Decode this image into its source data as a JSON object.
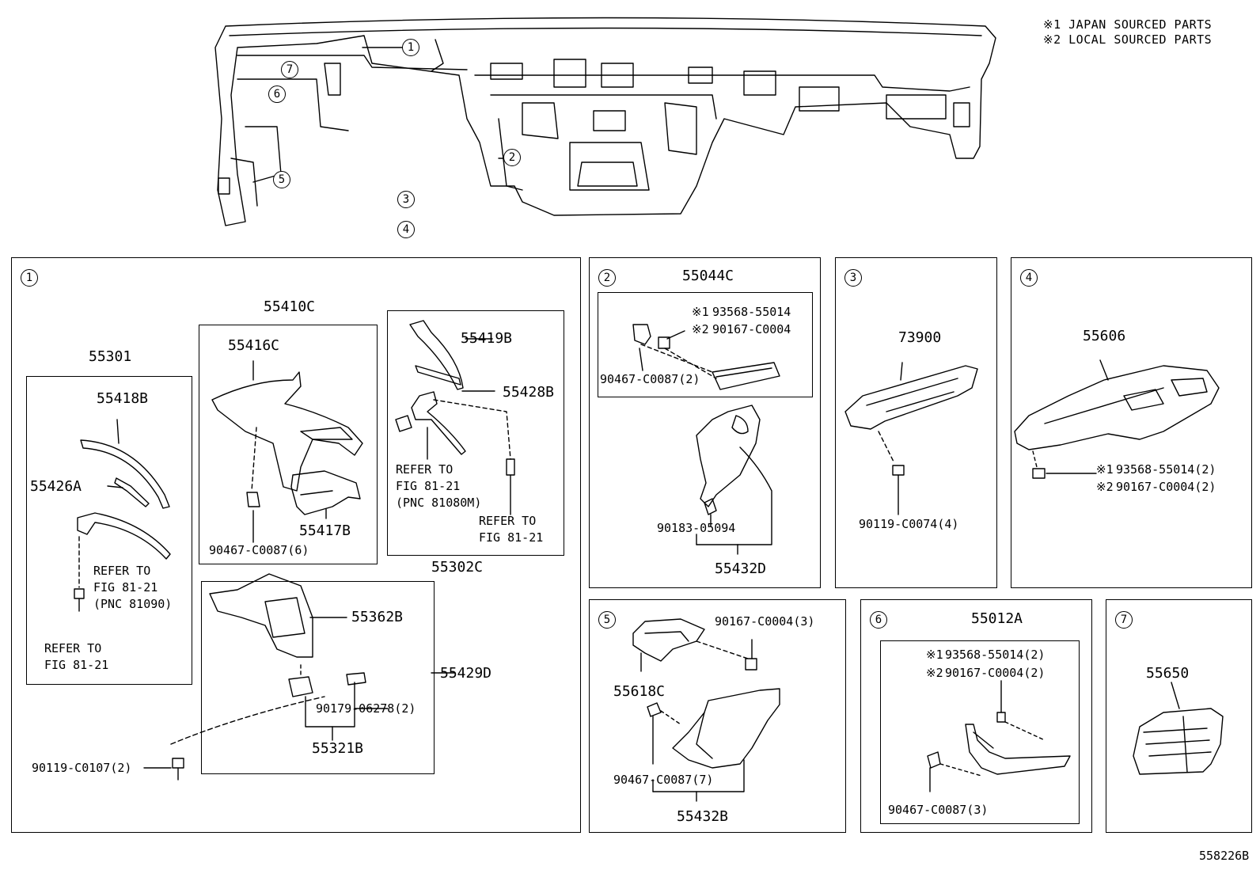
{
  "notes": [
    "※1 JAPAN SOURCED PARTS",
    "※2 LOCAL SOURCED PARTS"
  ],
  "overview_callouts": [
    "1",
    "2",
    "3",
    "4",
    "5",
    "6",
    "7"
  ],
  "figure_id": "558226B",
  "panel1": {
    "num": "1",
    "p55301": "55301",
    "p55418B": "55418B",
    "p55426A": "55426A",
    "refer1": [
      "REFER TO",
      "FIG 81-21",
      "(PNC 81090)"
    ],
    "refer2": [
      "REFER TO",
      "FIG 81-21"
    ],
    "p55410C": "55410C",
    "p55416C": "55416C",
    "p55417B": "55417B",
    "p90467_6": "90467-C0087(6)",
    "p55419B": "55419B",
    "p55428B": "55428B",
    "refer3": [
      "REFER TO",
      "FIG 81-21",
      "(PNC 81080M)"
    ],
    "refer4": [
      "REFER TO",
      "FIG 81-21"
    ],
    "p55302C": "55302C",
    "p55362B": "55362B",
    "p55429D": "55429D",
    "p90179": "90179-06278(2)",
    "p55321B": "55321B",
    "p90119_107": "90119-C0107(2)"
  },
  "panel2": {
    "num": "2",
    "p55044C": "55044C",
    "n1": "※1",
    "n1part": "93568-55014",
    "n2": "※2",
    "n2part": "90167-C0004",
    "p90467_2": "90467-C0087(2)",
    "p90183": "90183-05094",
    "p55432D": "55432D"
  },
  "panel3": {
    "num": "3",
    "p73900": "73900",
    "p90119_74": "90119-C0074(4)"
  },
  "panel4": {
    "num": "4",
    "p55606": "55606",
    "n1": "※1",
    "n1part": "93568-55014(2)",
    "n2": "※2",
    "n2part": "90167-C0004(2)"
  },
  "panel5": {
    "num": "5",
    "p90167_3": "90167-C0004(3)",
    "p55618C": "55618C",
    "p90467_7": "90467-C0087(7)",
    "p55432B": "55432B"
  },
  "panel6": {
    "num": "6",
    "p55012A": "55012A",
    "n1": "※1",
    "n1part": "93568-55014(2)",
    "n2": "※2",
    "n2part": "90167-C0004(2)",
    "p90467_3": "90467-C0087(3)"
  },
  "panel7": {
    "num": "7",
    "p55650": "55650"
  }
}
